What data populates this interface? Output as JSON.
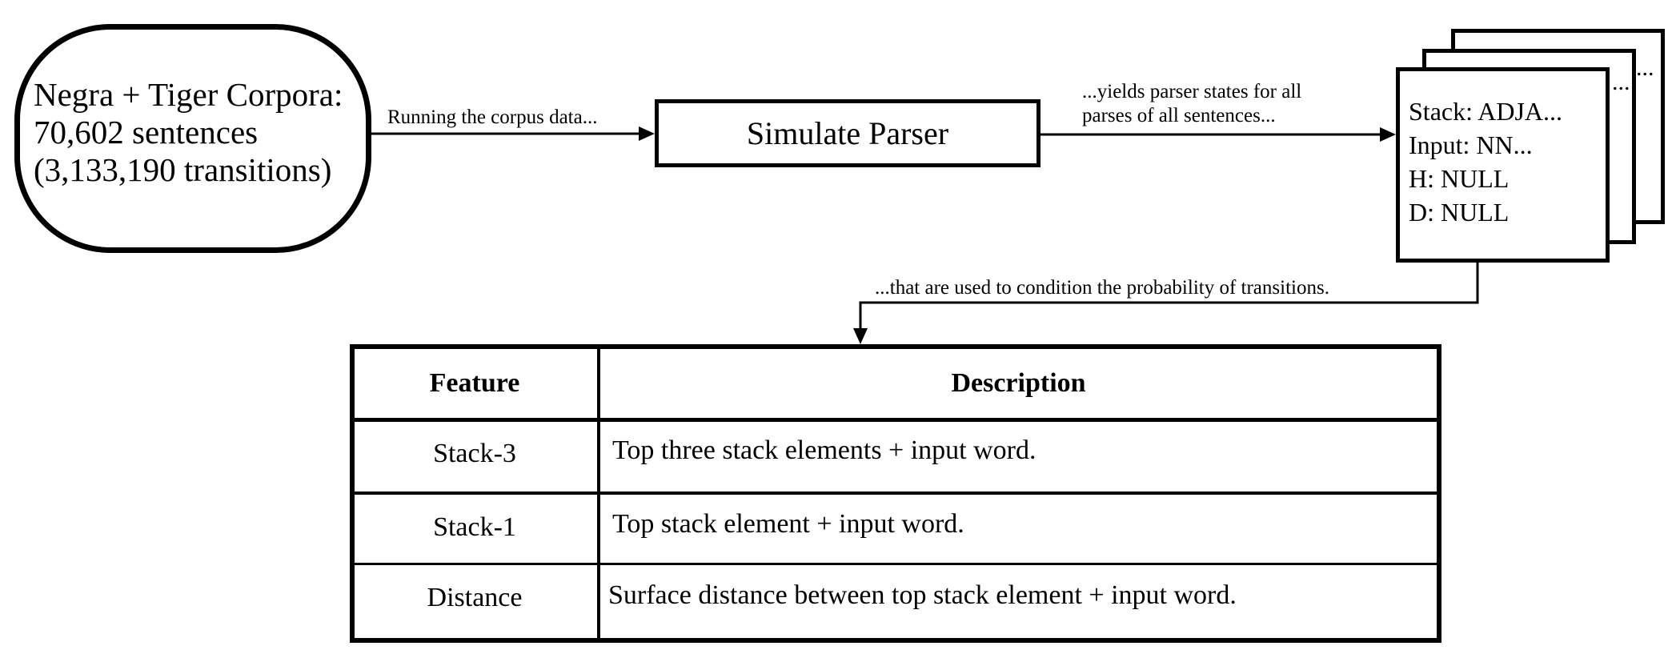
{
  "corpus": {
    "line1": "Negra + Tiger Corpora:",
    "line2": "70,602 sentences",
    "line3": "(3,133,190 transitions)"
  },
  "labels": {
    "running": "Running the corpus data...",
    "yields_line1": "...yields parser states for all",
    "yields_line2": "parses of all sentences...",
    "condition": "...that are used to condition the probability of transitions."
  },
  "process": {
    "simulate": "Simulate Parser"
  },
  "parser_state": {
    "stack": "Stack: ADJA...",
    "input": "Input: NN...",
    "h": "H: NULL",
    "d": "D:  NULL",
    "more_marker": "..."
  },
  "table": {
    "headers": [
      "Feature",
      "Description"
    ],
    "rows": [
      [
        "Stack-3",
        "Top three stack elements + input word."
      ],
      [
        "Stack-1",
        "Top stack element + input word."
      ],
      [
        "Distance",
        "Surface distance between top stack element + input word."
      ]
    ]
  }
}
